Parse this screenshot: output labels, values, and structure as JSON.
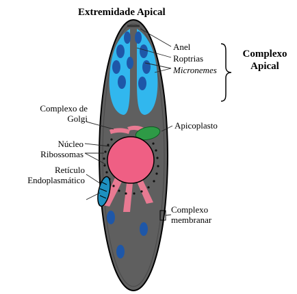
{
  "title": "Extremidade Apical",
  "labels": {
    "anel": "Anel",
    "roptrias": "Roptrias",
    "micronemes": "Micronemes",
    "complexo_apical_line1": "Complexo",
    "complexo_apical_line2": "Apical",
    "golgi_line1": "Complexo de",
    "golgi_line2": "Golgi",
    "nucleo": "Núcleo",
    "ribossomas": "Ribossomas",
    "reticulo_line1": "Retículo",
    "reticulo_line2": "Endoplasmático",
    "apicoplasto": "Apicoplasto",
    "membranar_line1": "Complexo",
    "membranar_line2": "membranar"
  },
  "colors": {
    "cell_body": "#5f5f5f",
    "roptrias": "#31b7ee",
    "micronemes": "#1e57a8",
    "golgi": "#e87a92",
    "nucleus": "#ef5f84",
    "apicoplast": "#2e9a46",
    "er": "#1e90c0"
  }
}
